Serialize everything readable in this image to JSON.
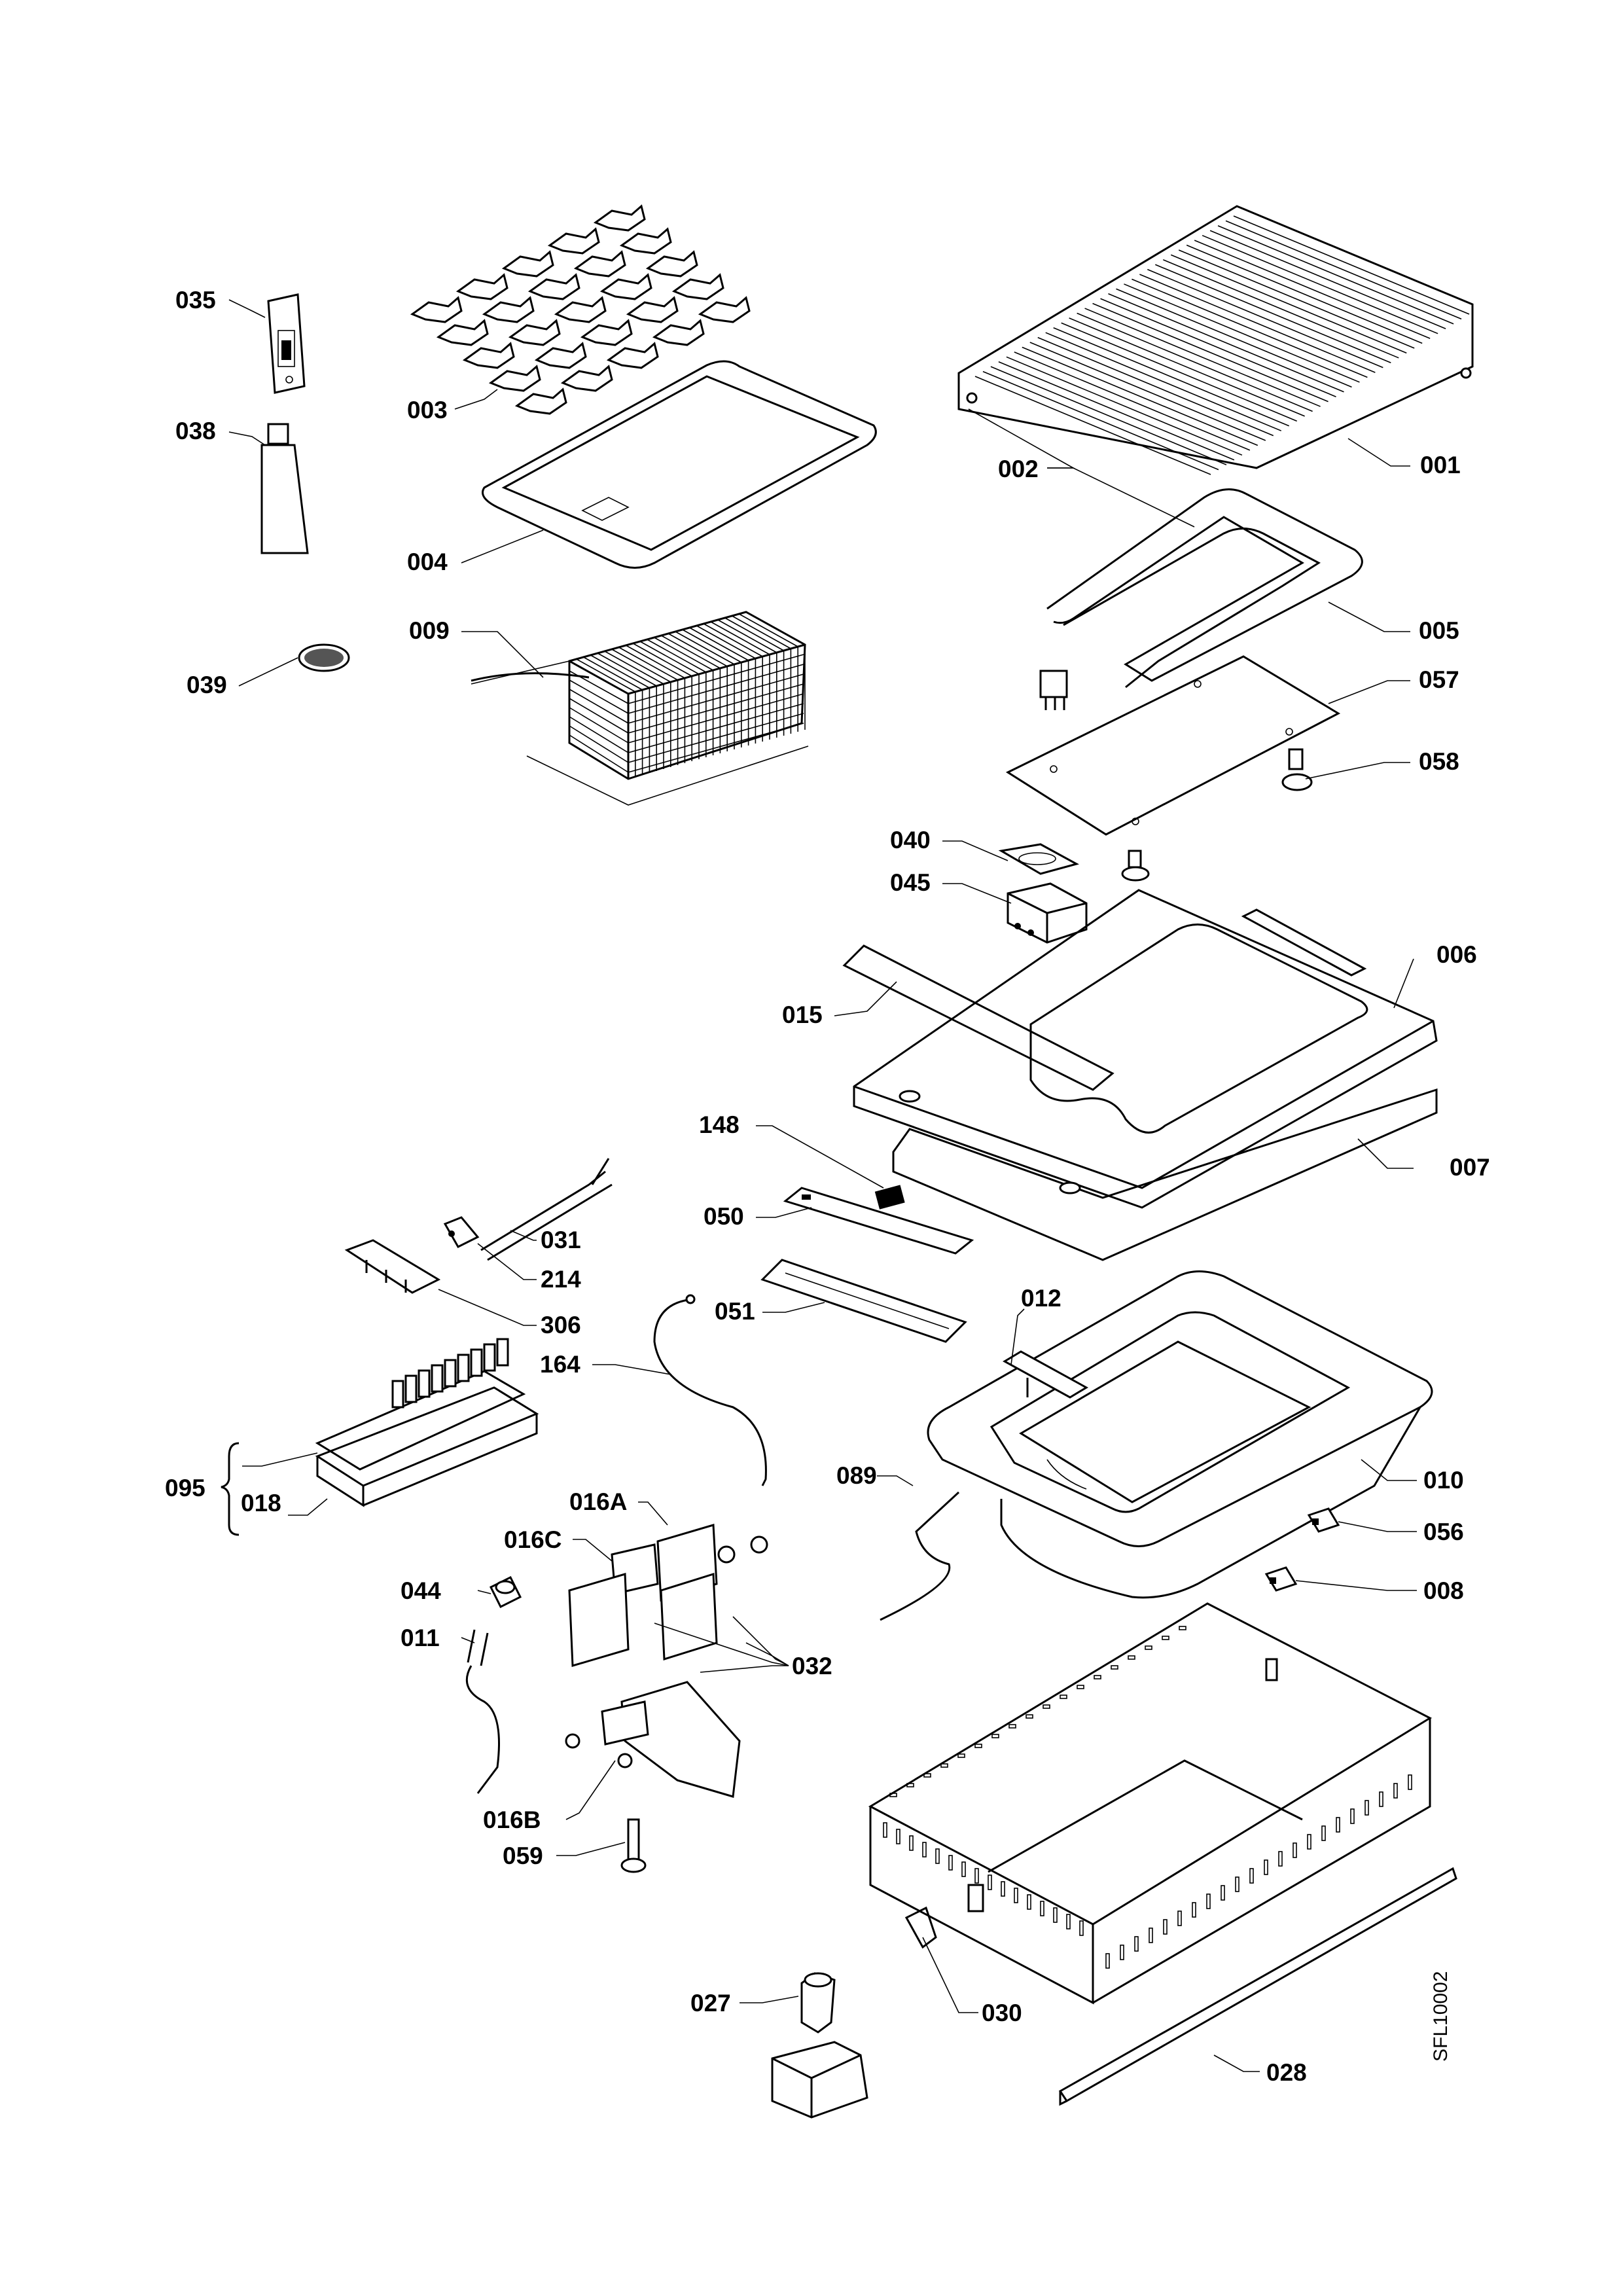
{
  "labels": {
    "l001": "001",
    "l002": "002",
    "l003": "003",
    "l004": "004",
    "l005": "005",
    "l006": "006",
    "l007": "007",
    "l008": "008",
    "l009": "009",
    "l010": "010",
    "l011": "011",
    "l012": "012",
    "l015": "015",
    "l016A": "016A",
    "l016B": "016B",
    "l016C": "016C",
    "l018": "018",
    "l027": "027",
    "l028": "028",
    "l030": "030",
    "l031": "031",
    "l032": "032",
    "l035": "035",
    "l038": "038",
    "l039": "039",
    "l040": "040",
    "l044": "044",
    "l045": "045",
    "l050": "050",
    "l051": "051",
    "l056": "056",
    "l057": "057",
    "l058": "058",
    "l059": "059",
    "l089": "089",
    "l095": "095",
    "l148": "148",
    "l164": "164",
    "l214": "214",
    "l306": "306"
  },
  "document_id": "SFL10002"
}
